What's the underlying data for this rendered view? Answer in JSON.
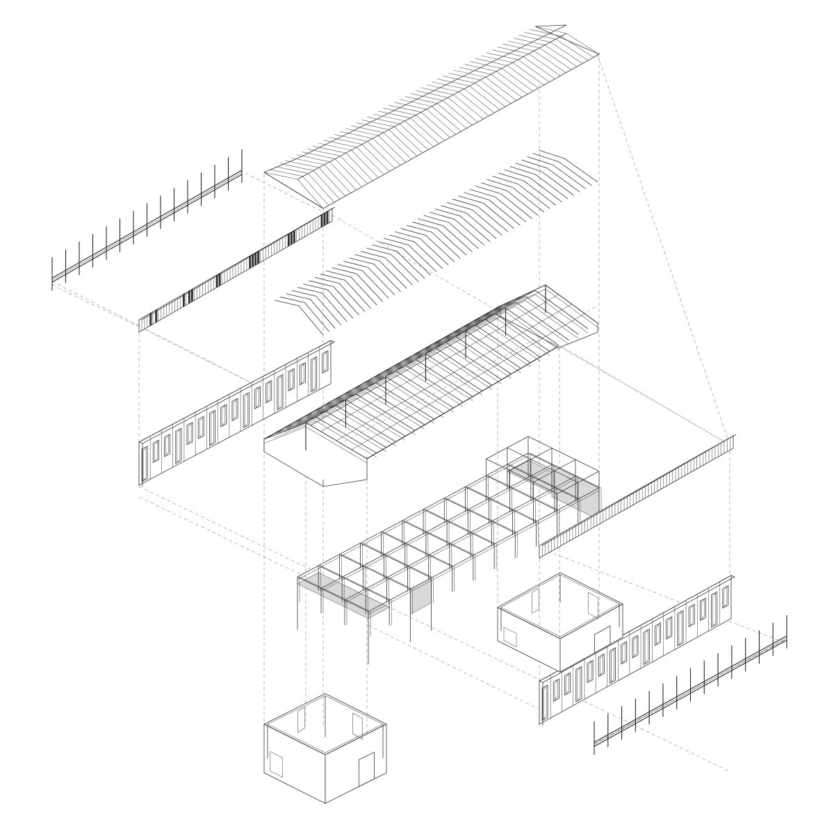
{
  "diagram": {
    "type": "exploded-axonometric",
    "components": [
      {
        "id": "roof-cladding",
        "icon": "gable-roof-surface"
      },
      {
        "id": "roof-rafters",
        "icon": "chevron-rafters"
      },
      {
        "id": "roof-truss-frame",
        "icon": "timber-truss-frame"
      },
      {
        "id": "column-grid-frame",
        "icon": "post-and-beam-grid"
      },
      {
        "id": "west-fence",
        "icon": "picket-fence"
      },
      {
        "id": "west-clerestory",
        "icon": "window-strip"
      },
      {
        "id": "west-wall",
        "icon": "panel-wall"
      },
      {
        "id": "east-clerestory",
        "icon": "window-strip"
      },
      {
        "id": "east-wall",
        "icon": "panel-wall"
      },
      {
        "id": "east-fence",
        "icon": "picket-fence"
      },
      {
        "id": "core-box-front",
        "icon": "room-box"
      },
      {
        "id": "core-box-back",
        "icon": "room-box"
      }
    ],
    "colors": {
      "line": "#333333",
      "shade": "#d9d9d9",
      "guide": "#888888"
    }
  }
}
